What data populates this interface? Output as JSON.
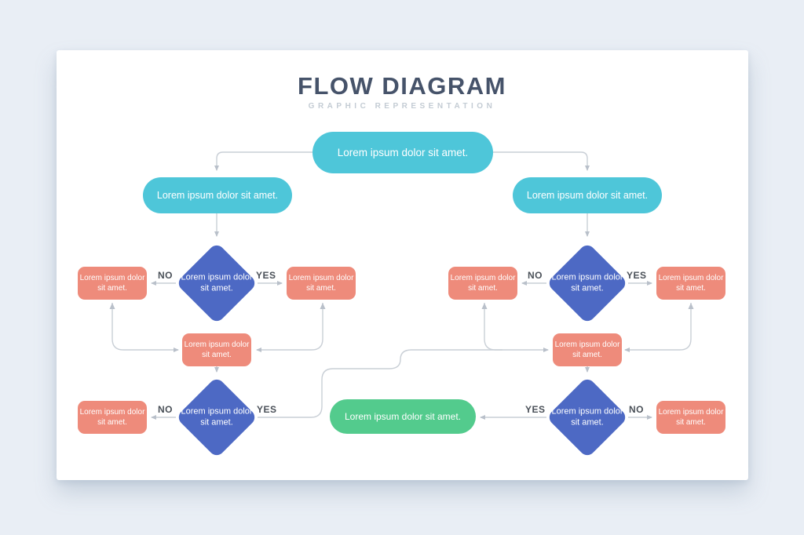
{
  "title": "FLOW DIAGRAM",
  "subtitle": "GRAPHIC REPRESENTATION",
  "branch_labels": {
    "no": "NO",
    "yes": "YES"
  },
  "colors": {
    "bg": "#e9eef5",
    "card": "#ffffff",
    "teal": "#4ec6d9",
    "blue": "#4d69c4",
    "salmon": "#ee8b7b",
    "green": "#53cb8d",
    "line": "#c9cfd6",
    "arrow": "#b9c0ca",
    "title": "#46536a",
    "subtitle": "#c4ccd4",
    "label": "#4a5058"
  },
  "nodes": {
    "start_pill": {
      "type": "terminator",
      "label": "Lorem ipsum dolor sit amet."
    },
    "left_pill": {
      "type": "process",
      "label": "Lorem ipsum dolor sit amet."
    },
    "right_pill": {
      "type": "process",
      "label": "Lorem ipsum dolor sit amet."
    },
    "diamond_left_top": {
      "type": "decision",
      "label": "Lorem ipsum dolor sit amet."
    },
    "rect_left_no": {
      "type": "process",
      "label": "Lorem ipsum dolor sit amet."
    },
    "rect_left_yes": {
      "type": "process",
      "label": "Lorem ipsum dolor sit amet."
    },
    "rect_left_merge": {
      "type": "process",
      "label": "Lorem ipsum dolor sit amet."
    },
    "diamond_left_bottom": {
      "type": "decision",
      "label": "Lorem ipsum dolor sit amet."
    },
    "rect_left_bottom_no": {
      "type": "process",
      "label": "Lorem ipsum dolor sit amet."
    },
    "diamond_right_top": {
      "type": "decision",
      "label": "Lorem ipsum dolor sit amet."
    },
    "rect_right_no": {
      "type": "process",
      "label": "Lorem ipsum dolor sit amet."
    },
    "rect_right_yes": {
      "type": "process",
      "label": "Lorem ipsum dolor sit amet."
    },
    "rect_right_merge": {
      "type": "process",
      "label": "Lorem ipsum dolor sit amet."
    },
    "diamond_right_bottom": {
      "type": "decision",
      "label": "Lorem ipsum dolor sit amet."
    },
    "rect_right_bottom_no": {
      "type": "process",
      "label": "Lorem ipsum dolor sit amet."
    },
    "end_pill": {
      "type": "terminator",
      "label": "Lorem ipsum dolor sit amet."
    }
  }
}
